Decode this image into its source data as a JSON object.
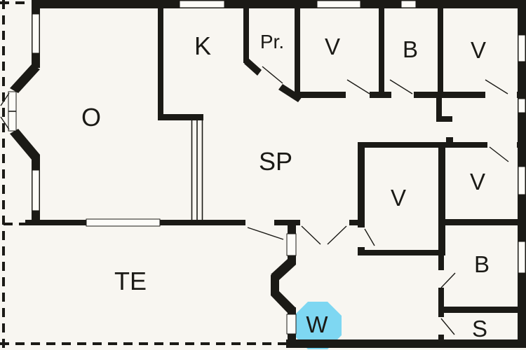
{
  "plan": {
    "background": "#f8f6f1",
    "wall_color": "#1b1a16",
    "text_color": "#1b1a16",
    "rooms": {
      "o": "O",
      "k": "K",
      "pr": "Pr.",
      "v_top_left": "V",
      "b_top": "B",
      "v_top_right": "V",
      "sp": "SP",
      "v_middle": "V",
      "v_right": "V",
      "b_right": "B",
      "s": "S",
      "te": "TE"
    },
    "whirlpool": {
      "label": "W",
      "shape": "octagon",
      "color": "#7ed7f2"
    }
  }
}
